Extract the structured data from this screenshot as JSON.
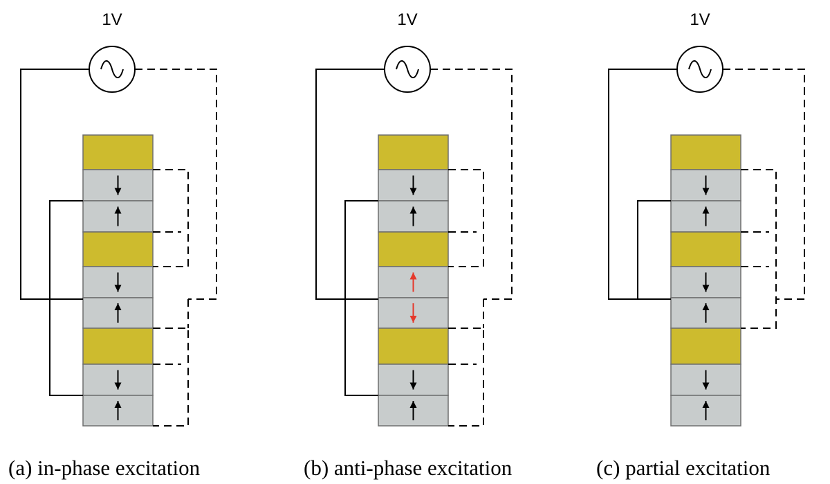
{
  "colors": {
    "electrode": "#CDBB2E",
    "layer": "#C8CCCC",
    "outline": "#6E6E6E",
    "arrow": "#000000",
    "arrow_reversed": "#E5392B"
  },
  "source_icon": "ac-sine-source-icon",
  "panels": [
    {
      "id": "a",
      "voltage": "1V",
      "caption": "(a) in-phase excitation",
      "arrows": [
        "down",
        "up",
        "down",
        "up",
        "down",
        "up"
      ],
      "reversed": []
    },
    {
      "id": "b",
      "voltage": "1V",
      "caption": "(b) anti-phase excitation",
      "arrows": [
        "down",
        "up",
        "up",
        "down",
        "down",
        "up"
      ],
      "reversed": [
        2,
        3
      ]
    },
    {
      "id": "c",
      "voltage": "1V",
      "caption": "(c) partial excitation",
      "arrows": [
        "down",
        "up",
        "down",
        "up",
        "down",
        "up"
      ],
      "reversed": []
    }
  ]
}
